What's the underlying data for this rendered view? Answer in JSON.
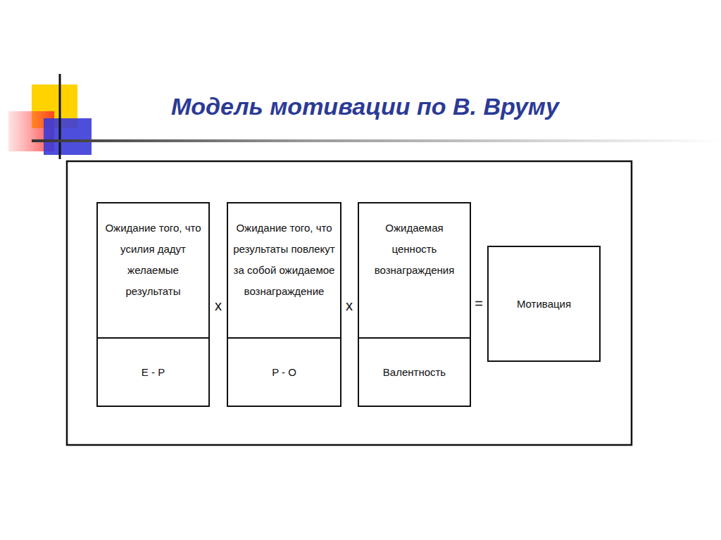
{
  "diagram": {
    "title": "Модель мотивации по В. Вруму",
    "nodes": [
      {
        "text": [
          "Ожидание того, что усилия дадут желаемые результаты",
          "E - P"
        ]
      },
      {
        "text": [
          "Ожидание того, что результаты повлекут за собой ожидаемое вознаграждение",
          "P - O"
        ]
      },
      {
        "text": [
          "Ожидаемая ценность вознаграждения",
          "Валентность"
        ]
      },
      {
        "text": [
          "Мотивация"
        ]
      }
    ],
    "labels": [
      "x",
      "x",
      "="
    ]
  }
}
